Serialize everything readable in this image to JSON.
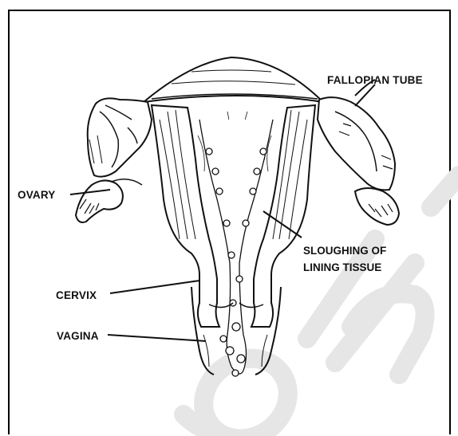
{
  "labels": {
    "fallopian_tube": "FALLOPIAN TUBE",
    "ovary": "OVARY",
    "sloughing_line1": "SLOUGHING OF",
    "sloughing_line2": "LINING TISSUE",
    "cervix": "CERVIX",
    "vagina": "VAGINA"
  },
  "colors": {
    "ink": "#111111",
    "paper": "#ffffff",
    "watermark": "#e6e6e6"
  }
}
